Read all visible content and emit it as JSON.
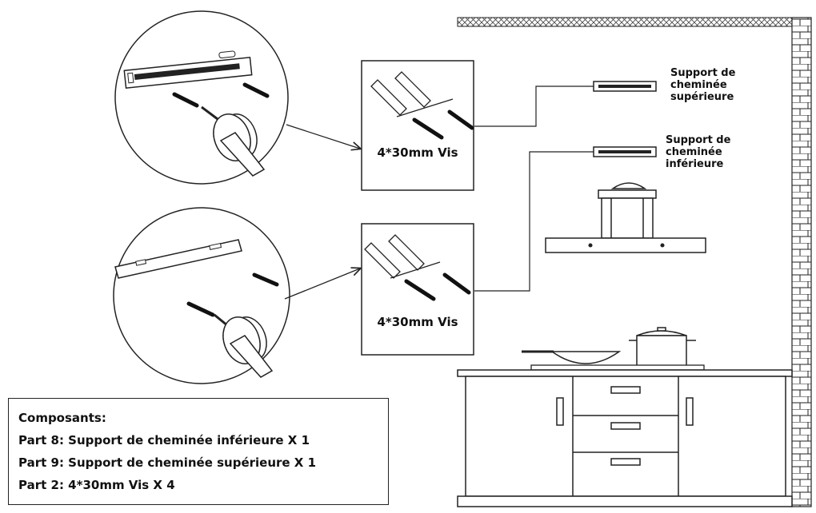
{
  "labels": {
    "upper_support": [
      "Support de",
      "cheminée",
      "supérieure"
    ],
    "lower_support": [
      "Support de",
      "cheminée",
      "inférieure"
    ],
    "screw_caption_top": "4*30mm Vis",
    "screw_caption_bottom": "4*30mm Vis"
  },
  "components": {
    "title": "Composants:",
    "items": [
      "Part 8: Support de cheminée inférieure X 1",
      "Part 9:  Support de cheminée supérieure X  1",
      "Part 2:  4*30mm Vis  X 4"
    ]
  },
  "colors": {
    "line": "#1a1a1a",
    "hatch": "#555555",
    "paper": "#ffffff"
  },
  "icons": [
    "screwdriver-icon",
    "screw-icon",
    "wall-anchor-icon",
    "bracket-icon",
    "range-hood-icon",
    "wok-icon",
    "pot-icon",
    "brick-wall-icon"
  ]
}
